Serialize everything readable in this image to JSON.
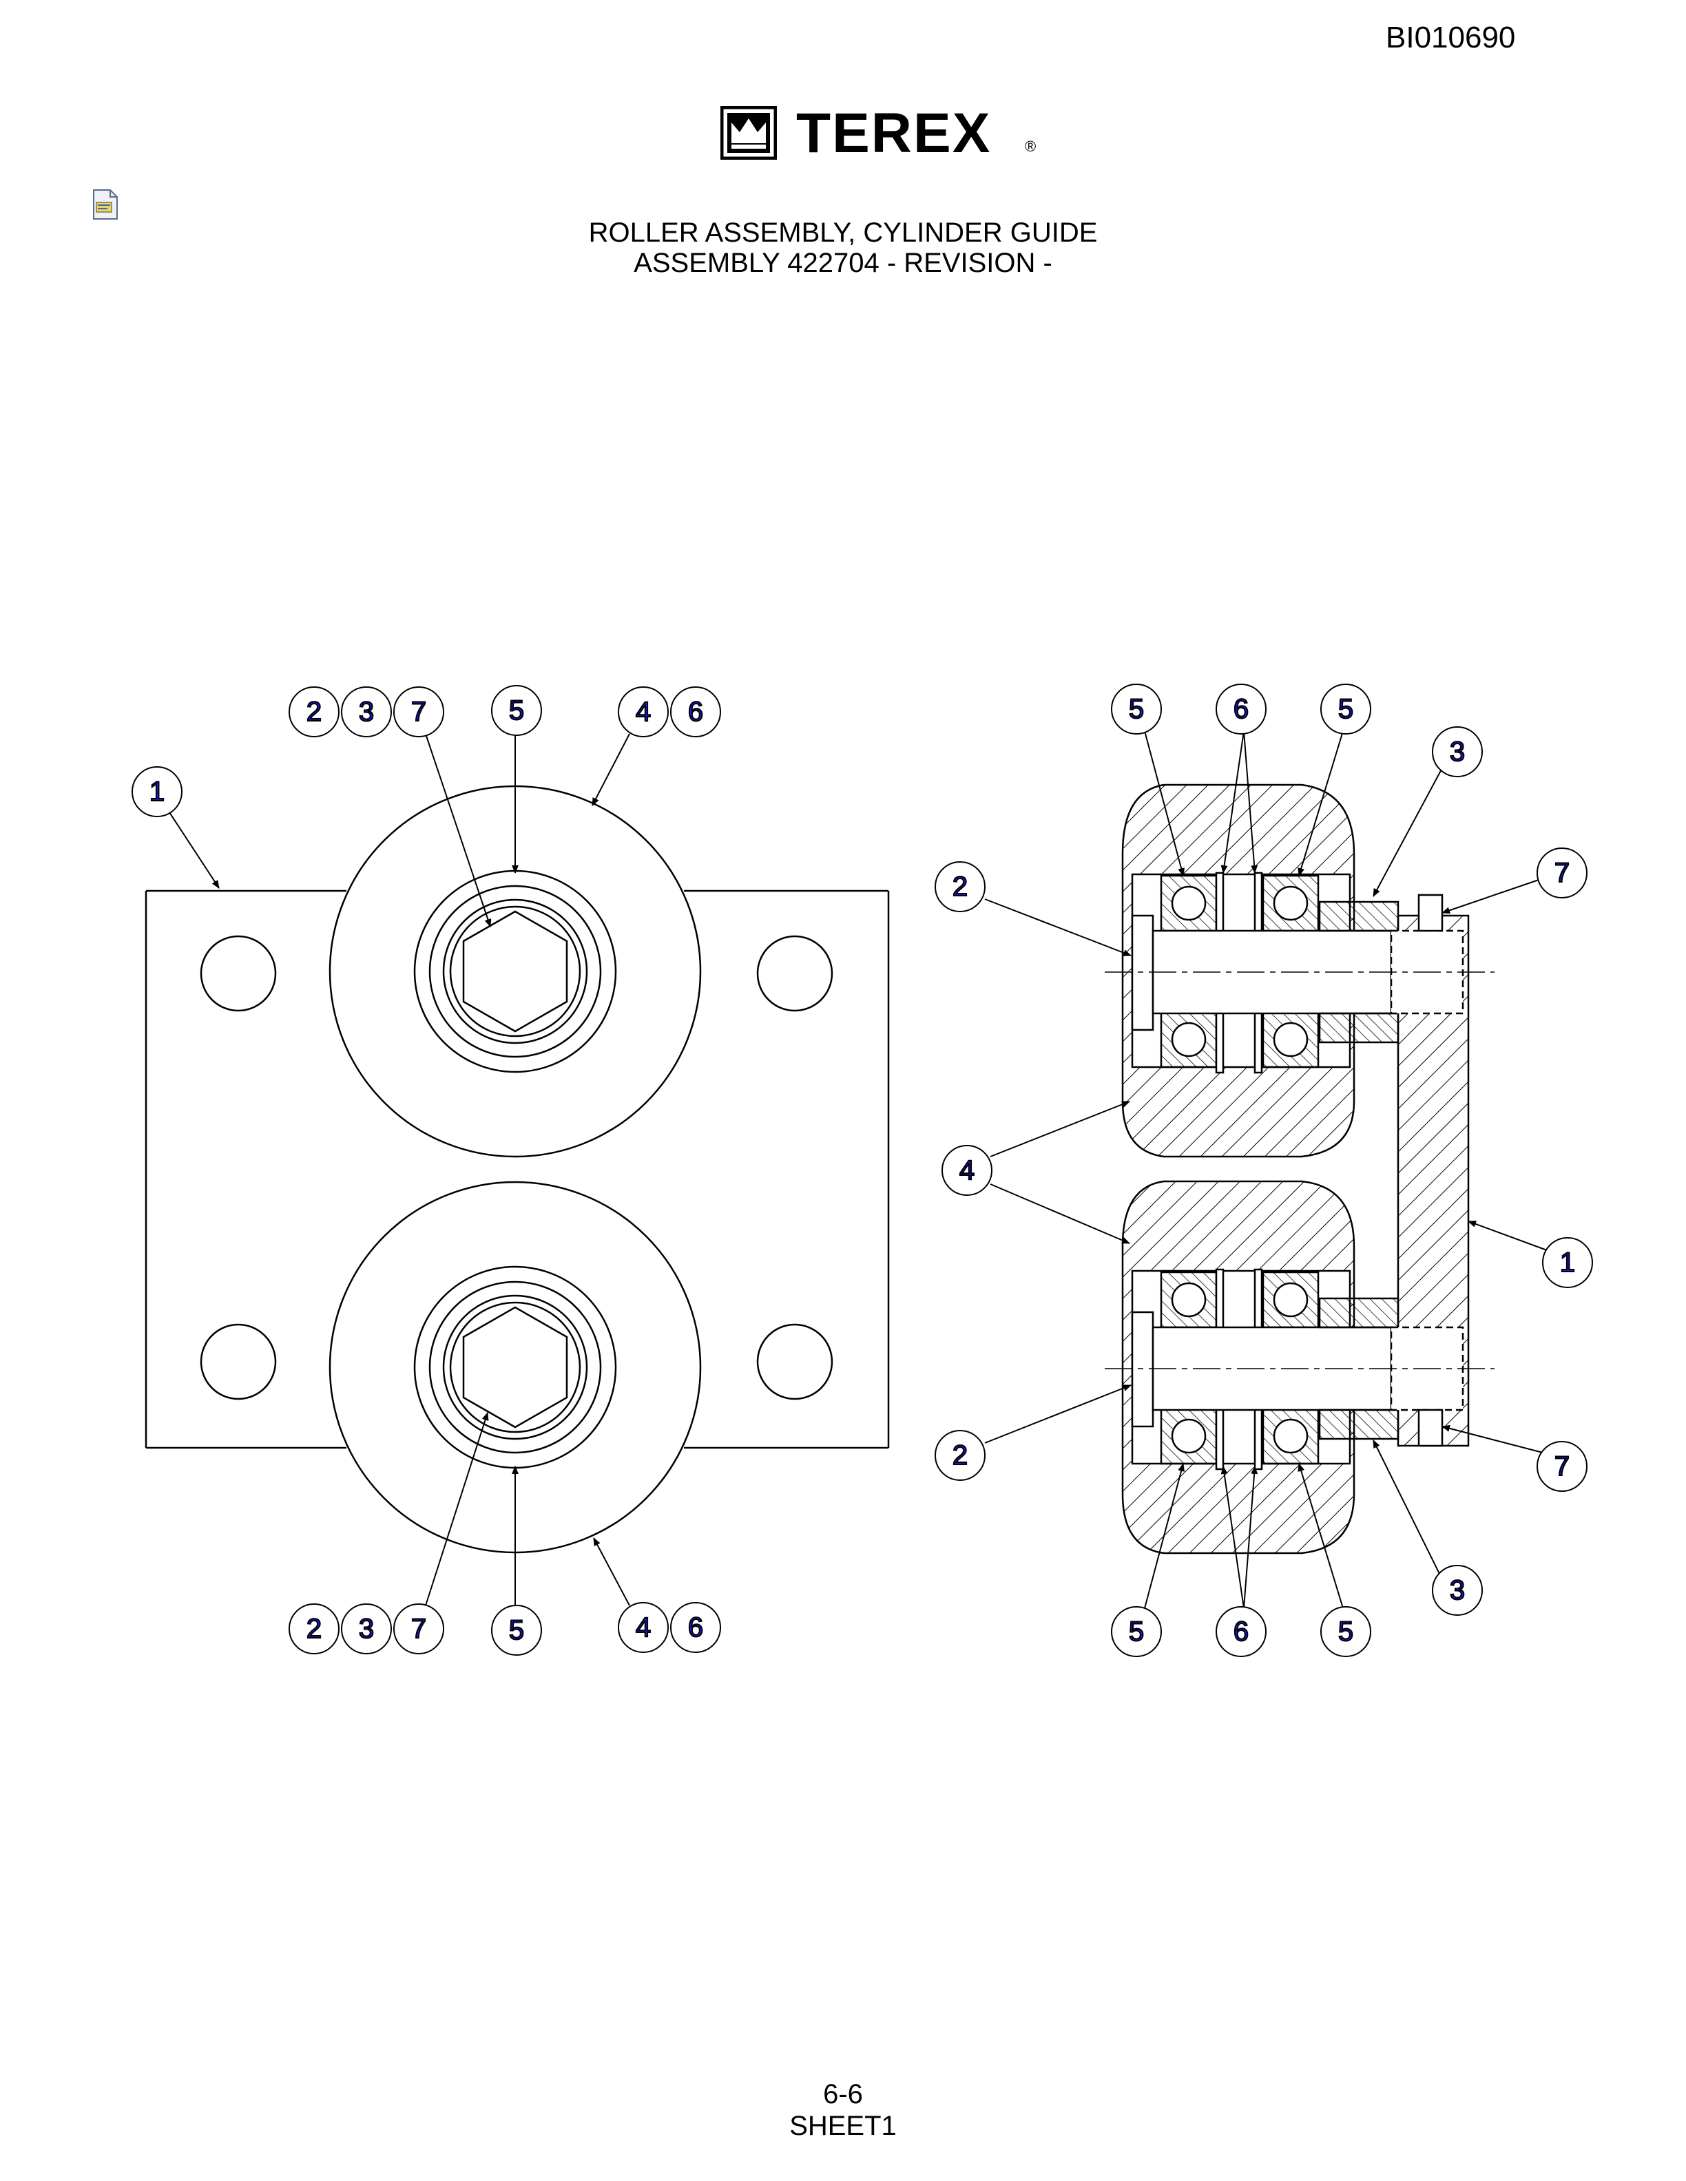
{
  "header": {
    "doc_number": "BI010690",
    "logo_text": "TEREX",
    "logo_reg": "®"
  },
  "title": {
    "line1": "ROLLER ASSEMBLY, CYLINDER GUIDE",
    "line2": "ASSEMBLY 422704 - REVISION -"
  },
  "balloons": {
    "front_view": {
      "top_left_group": [
        "2",
        "3",
        "7"
      ],
      "top_center": "5",
      "top_right_group": [
        "4",
        "6"
      ],
      "plate": "1",
      "bottom_left_group": [
        "2",
        "3",
        "7"
      ],
      "bottom_center": "5",
      "bottom_right_group": [
        "4",
        "6"
      ]
    },
    "section_view": {
      "top": [
        "5",
        "6",
        "5"
      ],
      "top_right": "3",
      "upper_left": "2",
      "upper_right": "7",
      "middle_left": "4",
      "middle_right": "1",
      "lower_left": "2",
      "lower_right": "7",
      "bottom_right": "3",
      "bottom": [
        "5",
        "6",
        "5"
      ]
    }
  },
  "colors": {
    "balloon_text": "#1a1ae6",
    "line": "#000000"
  },
  "footer": {
    "page": "6-6",
    "sheet": "SHEET1"
  }
}
